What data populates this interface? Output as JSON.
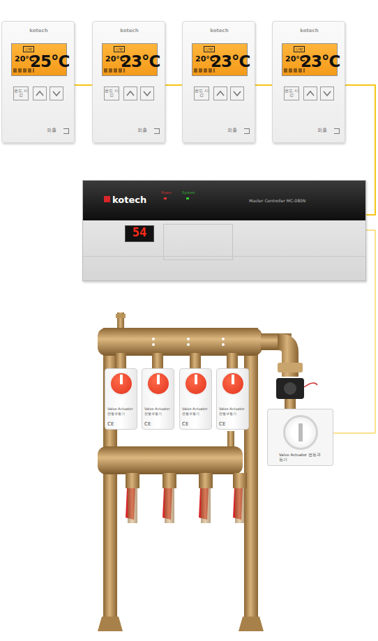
{
  "diagram": {
    "nodes": [
      {
        "text": [
          "kotech",
          "난방",
          "20°C",
          "25°C",
          "온도 시간",
          "외출"
        ]
      },
      {
        "text": [
          "kotech",
          "난방",
          "20°C",
          "23°C",
          "온도 시간",
          "외출"
        ]
      },
      {
        "text": [
          "kotech",
          "난방",
          "20°C",
          "23°C",
          "온도 시간",
          "외출"
        ]
      },
      {
        "text": [
          "kotech",
          "난방",
          "20°C",
          "23°C",
          "온도 시간",
          "외출"
        ]
      },
      {
        "text": [
          "kotech",
          "Power",
          "System",
          "Master Controller MC-080N",
          "54"
        ]
      },
      {
        "text": [
          "Valve Actuator 전동구동기",
          "CE"
        ]
      },
      {
        "text": [
          "Valve Actuator 전동구동기",
          "CE"
        ]
      },
      {
        "text": [
          "Valve Actuator 전동구동기",
          "CE"
        ]
      },
      {
        "text": [
          "Valve Actuator 전동구동기",
          "CE"
        ]
      },
      {
        "text": [
          "Valve Actuator 전동구동기"
        ]
      }
    ],
    "edges": [
      {
        "from": 0,
        "to": 1,
        "arrow": "none"
      },
      {
        "from": 1,
        "to": 2,
        "arrow": "none"
      },
      {
        "from": 2,
        "to": 3,
        "arrow": "none"
      },
      {
        "from": 3,
        "to": 4,
        "arrow": "none"
      },
      {
        "from": 4,
        "to": 9,
        "arrow": "none"
      }
    ]
  }
}
